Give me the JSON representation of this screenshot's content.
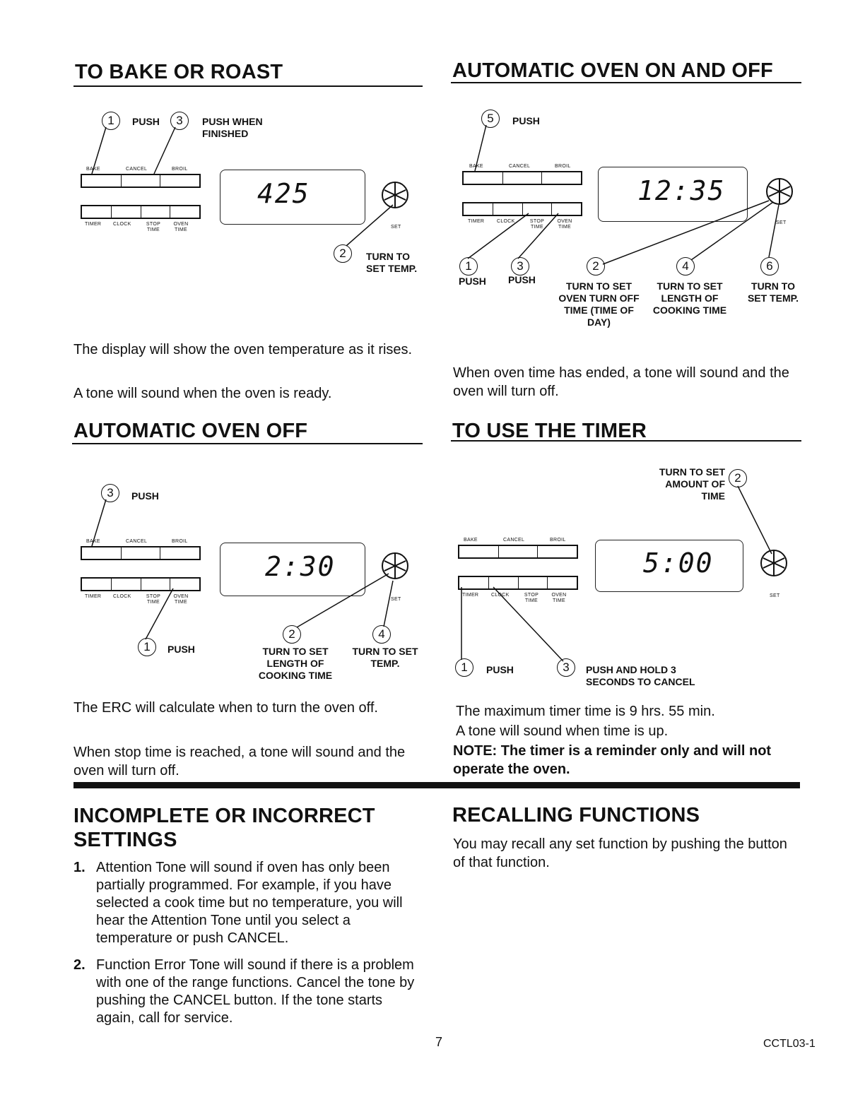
{
  "bake": {
    "title": "TO BAKE OR ROAST",
    "step1": {
      "num": "1",
      "label": "PUSH"
    },
    "step3": {
      "num": "3",
      "label": "PUSH WHEN FINISHED"
    },
    "step2": {
      "num": "2",
      "label": "TURN TO SET TEMP."
    },
    "display": "425",
    "para1": "The display will show the oven temperature as it rises.",
    "para2": "A tone will sound when the oven is ready."
  },
  "auto_on_off": {
    "title": "AUTOMATIC OVEN ON AND OFF",
    "step5": {
      "num": "5",
      "label": "PUSH"
    },
    "step1": {
      "num": "1",
      "label": "PUSH"
    },
    "step3": {
      "num": "3",
      "label": "PUSH"
    },
    "step2": {
      "num": "2",
      "label": "TURN TO SET OVEN TURN OFF TIME (TIME OF DAY)"
    },
    "step4": {
      "num": "4",
      "label": "TURN TO SET LENGTH OF COOKING TIME"
    },
    "step6": {
      "num": "6",
      "label": "TURN TO SET TEMP."
    },
    "display": "12:35",
    "para": "When oven time has ended, a tone will sound and the oven will turn off."
  },
  "auto_off": {
    "title": "AUTOMATIC OVEN OFF",
    "step3": {
      "num": "3",
      "label": "PUSH"
    },
    "step1": {
      "num": "1",
      "label": "PUSH"
    },
    "step2": {
      "num": "2",
      "label": "TURN TO SET LENGTH OF COOKING TIME"
    },
    "step4": {
      "num": "4",
      "label": "TURN TO SET TEMP."
    },
    "display": "2:30",
    "para1": "The ERC will calculate when to turn the oven off.",
    "para2": "When stop time is reached, a tone will sound and the oven will turn off."
  },
  "timer": {
    "title": "TO USE THE TIMER",
    "step2": {
      "num": "2",
      "label": "TURN TO SET AMOUNT OF TIME"
    },
    "step1": {
      "num": "1",
      "label": "PUSH"
    },
    "step3": {
      "num": "3",
      "label": "PUSH AND HOLD 3 SECONDS TO CANCEL"
    },
    "display": "5:00",
    "para1": "The maximum timer time is 9 hrs. 55 min.",
    "para2": "A tone will sound when time is up.",
    "note": "NOTE: The timer is a reminder only and will not operate the oven."
  },
  "panel_labels": {
    "bake": "BAKE",
    "cancel": "CANCEL",
    "broil": "BROIL",
    "timer": "TIMER",
    "clock": "CLOCK",
    "stop_time": "STOP TIME",
    "oven_time": "OVEN TIME",
    "set": "SET"
  },
  "incomplete": {
    "title": "INCOMPLETE OR INCORRECT SETTINGS",
    "items": [
      {
        "num": "1.",
        "text": "Attention Tone will sound if oven has only been partially programmed. For example, if you have selected a cook time but no temperature, you will hear the Attention Tone until you select a temperature or push CANCEL."
      },
      {
        "num": "2.",
        "text": "Function Error Tone will sound if there is a problem with one of the range functions. Cancel the tone by pushing the CANCEL button. If the tone starts again, call for service."
      }
    ]
  },
  "recall": {
    "title": "RECALLING FUNCTIONS",
    "para": "You may recall any set function by pushing the button of that function."
  },
  "footer": {
    "page": "7",
    "code": "CCTL03-1"
  }
}
